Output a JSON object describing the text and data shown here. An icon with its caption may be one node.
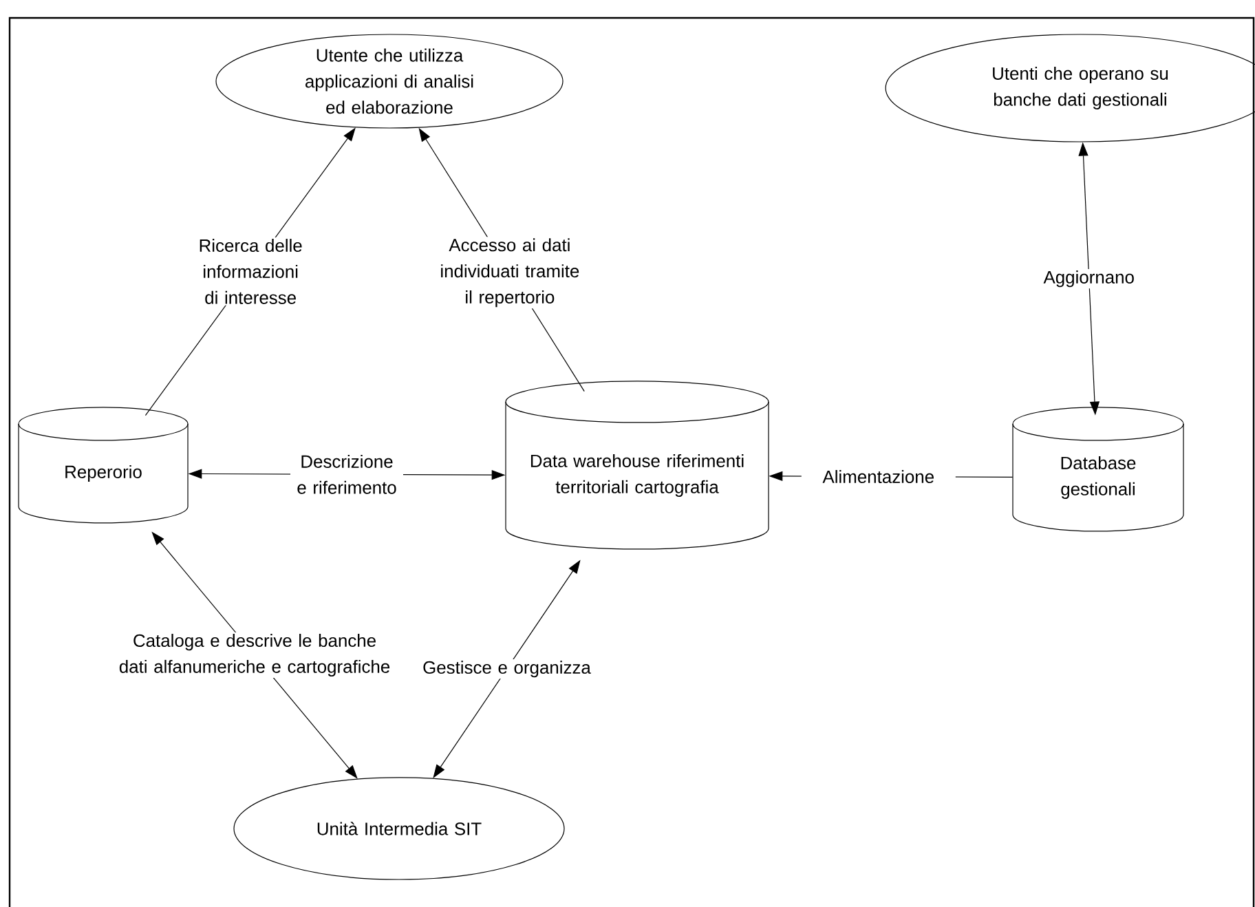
{
  "diagram": {
    "nodes": [
      {
        "text": [
          "Utente che utilizza applicazioni di analisi ed elaborazione"
        ]
      },
      {
        "text": [
          "Utenti che operano su banche dati gestionali"
        ]
      },
      {
        "text": [
          "Reperorio"
        ]
      },
      {
        "text": [
          "Data warehouse riferimenti territoriali cartografia"
        ]
      },
      {
        "text": [
          "Database gestionali"
        ]
      },
      {
        "text": [
          "Unità Intermedia SIT"
        ]
      }
    ],
    "edges": [
      {
        "from": 2,
        "to": 0,
        "arrow": "to",
        "label": "Ricerca delle informazioni di interesse"
      },
      {
        "from": 3,
        "to": 0,
        "arrow": "to",
        "label": "Accesso ai dati individuati tramite il repertorio"
      },
      {
        "from": 1,
        "to": 4,
        "arrow": "both",
        "label": "Aggiornano"
      },
      {
        "from": 2,
        "to": 3,
        "arrow": "both",
        "label": "Descrizione e riferimento"
      },
      {
        "from": 4,
        "to": 3,
        "arrow": "to",
        "label": "Alimentazione"
      },
      {
        "from": 2,
        "to": 5,
        "arrow": "both",
        "label": "Cataloga e descrive le banche dati alfanumeriche e cartografiche"
      },
      {
        "from": 3,
        "to": 5,
        "arrow": "both",
        "label": "Gestisce e organizza"
      }
    ]
  }
}
